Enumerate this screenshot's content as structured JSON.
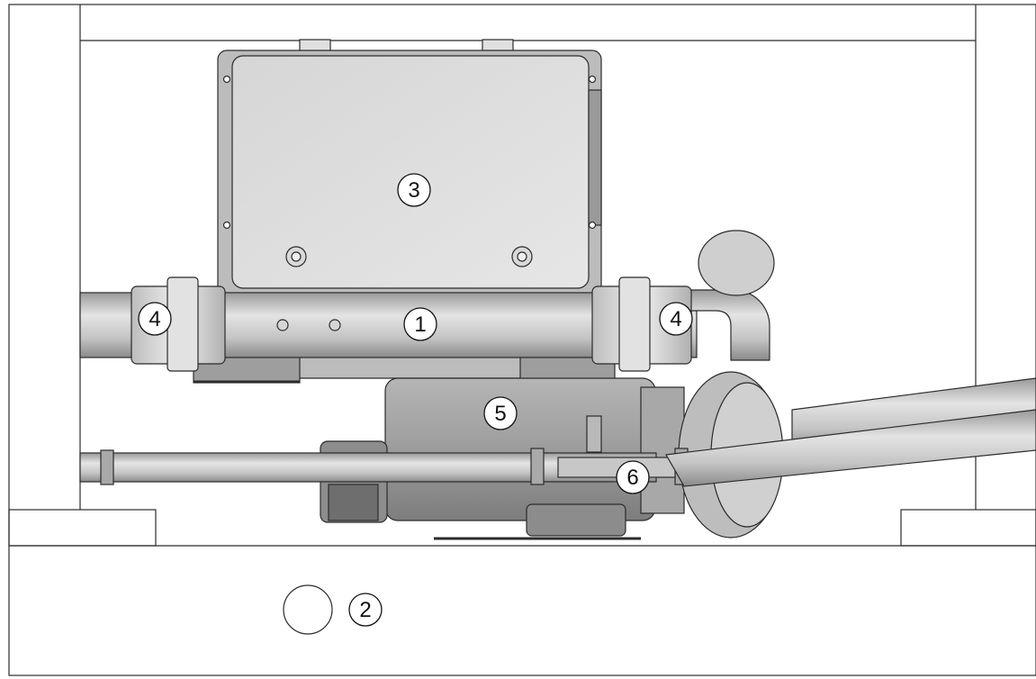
{
  "callouts": [
    {
      "id": "heater-pipe",
      "label": "1"
    },
    {
      "id": "floor-drain",
      "label": "2"
    },
    {
      "id": "control-box",
      "label": "3"
    },
    {
      "id": "union-left",
      "label": "4"
    },
    {
      "id": "union-right",
      "label": "4"
    },
    {
      "id": "pump",
      "label": "5"
    },
    {
      "id": "tee-fitting",
      "label": "6"
    }
  ],
  "colors": {
    "line": "#2b2b2b",
    "component_fill": "#c9c9c9",
    "component_dark": "#8f8f8f",
    "background": "#ffffff"
  }
}
